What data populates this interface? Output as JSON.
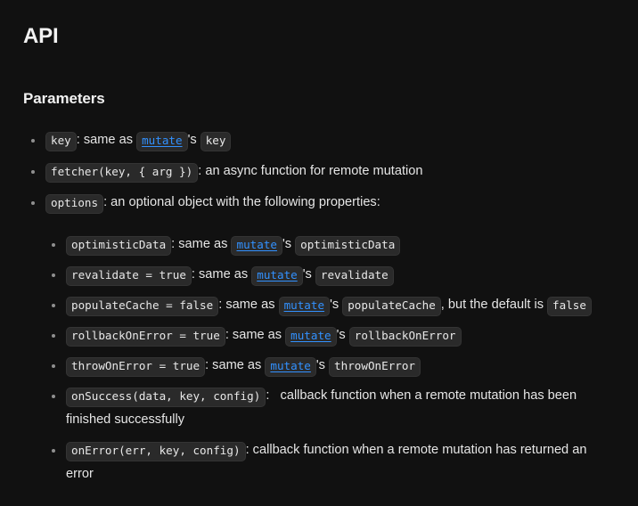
{
  "page": {
    "title": "API",
    "section_heading": "Parameters",
    "link_color": "#3291ff",
    "background_color": "#111111",
    "chip_background": "#2a2a2a",
    "text_color": "#e6e6e6"
  },
  "params": {
    "key": {
      "name": "key",
      "sep": ": same as ",
      "link": "mutate",
      "possessive": "'s ",
      "ref": "key"
    },
    "fetcher": {
      "name": "fetcher(key, { arg })",
      "desc": ": an async function for remote mutation"
    },
    "options": {
      "name": "options",
      "desc": ": an optional object with the following properties:"
    }
  },
  "options_list": [
    {
      "id": "optimisticData",
      "name": "optimisticData",
      "mid": ": same as ",
      "link": "mutate",
      "possessive": "'s ",
      "ref": "optimisticData",
      "tail": ""
    },
    {
      "id": "revalidate",
      "name": "revalidate = true",
      "mid": ": same as ",
      "link": "mutate",
      "possessive": "'s ",
      "ref": "revalidate",
      "tail": ""
    },
    {
      "id": "populateCache",
      "name": "populateCache = false",
      "mid": ": same as ",
      "link": "mutate",
      "possessive": "'s ",
      "ref": "populateCache",
      "tail": ", but the default is ",
      "tail_code": "false"
    },
    {
      "id": "rollbackOnError",
      "name": "rollbackOnError = true",
      "mid": ": same as ",
      "link": "mutate",
      "possessive": "'s ",
      "ref": "rollbackOnError",
      "tail": ""
    },
    {
      "id": "throwOnError",
      "name": "throwOnError = true",
      "mid": ": same as ",
      "link": "mutate",
      "possessive": "'s ",
      "ref": "throwOnError",
      "tail": ""
    },
    {
      "id": "onSuccess",
      "name": "onSuccess(data, key, config)",
      "mid": ":   callback function when a remote mutation has been finished successfully",
      "link": "",
      "possessive": "",
      "ref": "",
      "tail": ""
    },
    {
      "id": "onError",
      "name": "onError(err, key, config)",
      "mid": ": callback function when a remote mutation has returned an error",
      "link": "",
      "possessive": "",
      "ref": "",
      "tail": ""
    }
  ]
}
